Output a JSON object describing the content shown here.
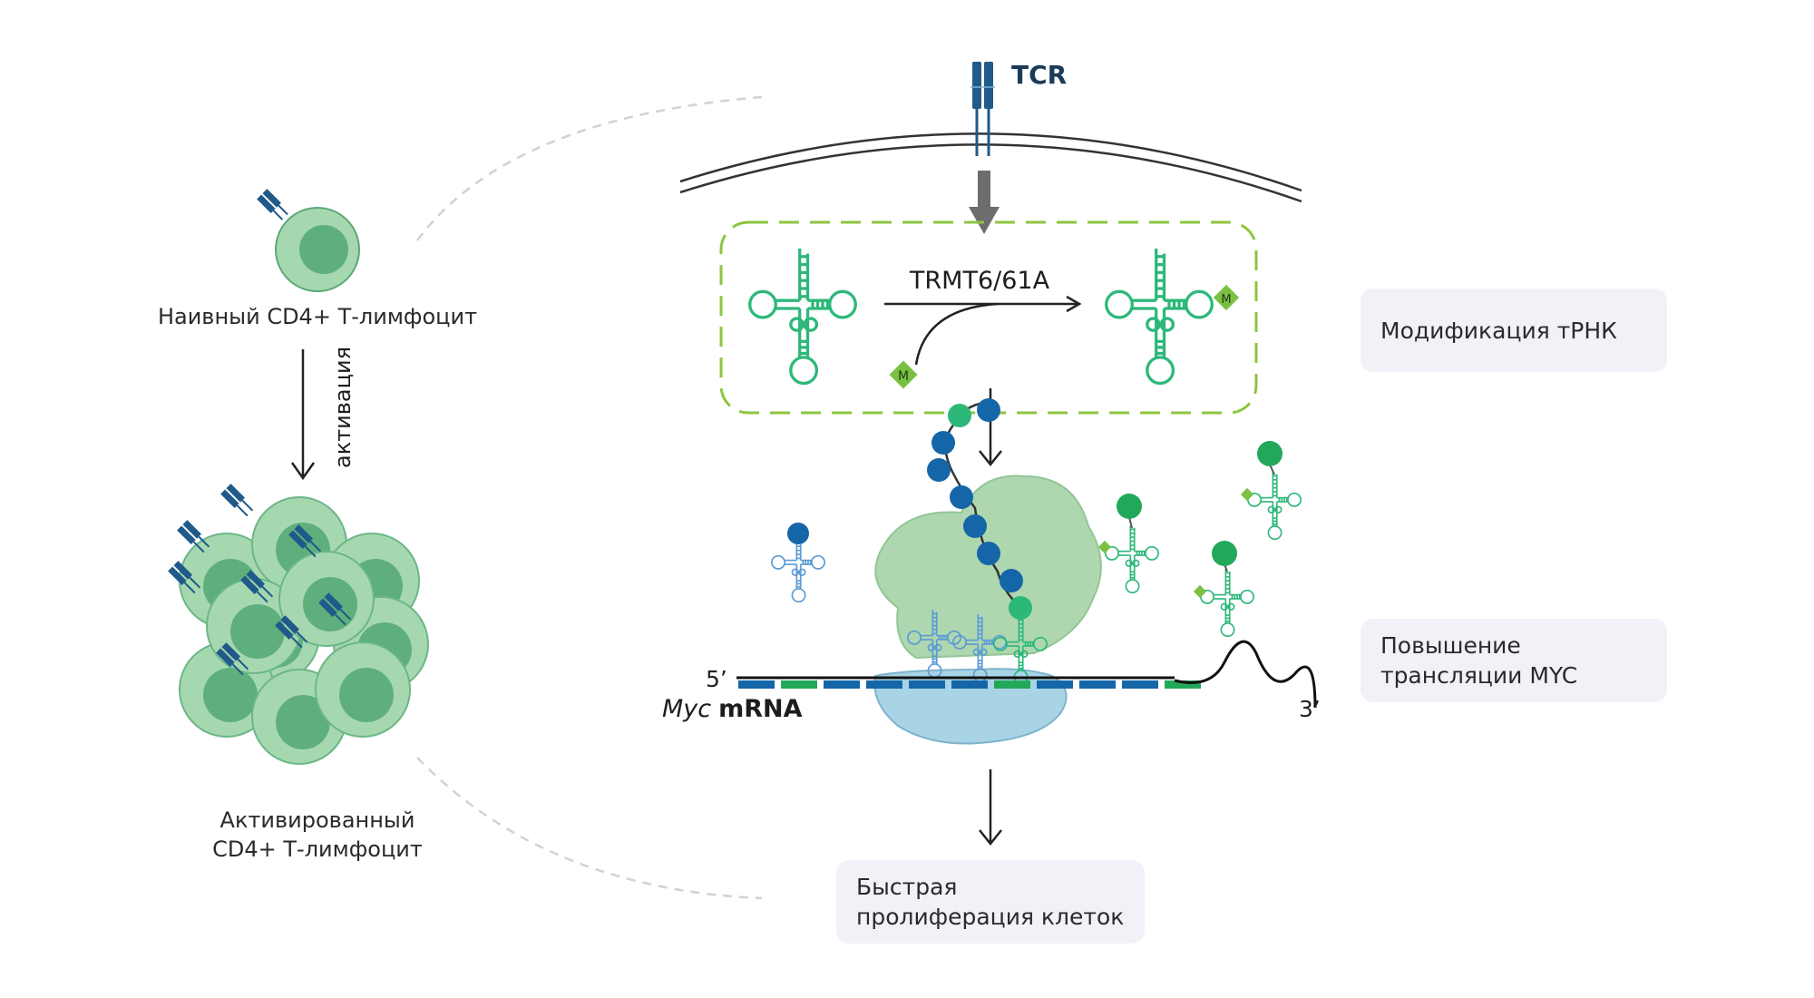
{
  "naive_cell_label": "Наивный CD4+ Т-лимфоцит",
  "activation_label": "активация",
  "activated_cell_label": [
    "Активированный",
    "CD4+ Т-лимфоцит"
  ],
  "tcr_label": "TCR",
  "enzyme_label": "TRMT6/61A",
  "methyl_mark": "M",
  "five_prime": "5’",
  "three_prime": "3’",
  "mrna_label": {
    "italic": "Myc",
    "rest": "mRNA"
  },
  "cards": {
    "trna_mod": [
      "Модификация тРНК"
    ],
    "myc_translation": [
      "Повышение",
      "трансляции MYC"
    ],
    "proliferation": [
      "Быстрая",
      "пролиферация клеток"
    ]
  },
  "colors": {
    "light_green": "#9fd4a8",
    "dark_green": "#5cb07a",
    "trna_green": "#2db87a",
    "dashed_green": "#8cc63f",
    "tcr_blue": "#1f5a8a",
    "mrna_blue": "#1566a8",
    "mrna_green": "#22a85a",
    "ribosome_small": "#a9d4e6",
    "ribosome_large": "#a6d3a8",
    "card_bg": "#f1f2f7"
  }
}
